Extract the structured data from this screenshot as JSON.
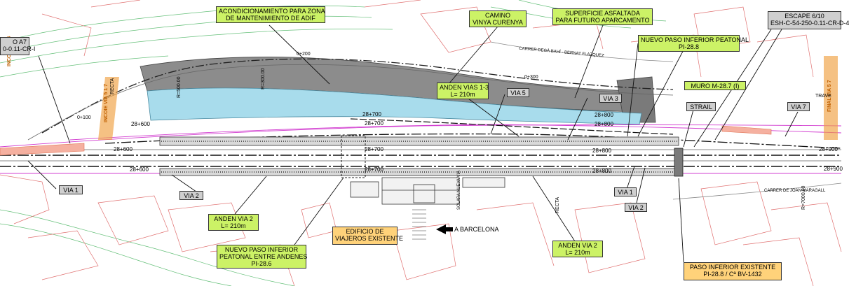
{
  "labels": {
    "acondicionamiento": [
      "ACONDICIONAMIENTO PARA ZONA",
      "DE MANTENIMIENTO DE ADIF"
    ],
    "camino": [
      "CAMINO",
      "VINYA CURENYA"
    ],
    "superficie": [
      "SUPERFICIE ASFALTADA",
      "PARA FUTURO APARCAMENTO"
    ],
    "escape": [
      "ESCAPE 6/10",
      "ESH-C-54-250-0.11-CR-D-4"
    ],
    "left_cut": [
      "O A7",
      "0-0.11-CR-I"
    ],
    "nuevo_paso_pi288": [
      "NUEVO PASO INFERIOR PEATONAL",
      "PI-28.8"
    ],
    "muro": "MURO M-28.7 (I)",
    "anden_vias_13": [
      "ANDEN VIAS 1-3",
      "L= 210m"
    ],
    "via5": "VIA 5",
    "via3": "VIA 3",
    "strail": "STRAIL",
    "via7": "VIA 7",
    "via1_left": "VIA 1",
    "via2_left": "VIA 2",
    "via1_right": "VIA 1",
    "via2_right": "VIA 2",
    "anden_via2_left": [
      "ANDEN VIA 2",
      "L= 210m"
    ],
    "nuevo_paso_pi286": [
      "NUEVO PASO INFERIOR",
      "PEATONAL ENTRE ANDENES",
      "PI-28.6"
    ],
    "edificio": [
      "EDIFICIO DE",
      "VIAJEROS EXISTENTE"
    ],
    "a_barcelona": "A BARCELONA",
    "anden_via2_right": [
      "ANDEN VIA 2",
      "L= 210m"
    ],
    "paso_existente": [
      "PASO INFERIOR EXISTENTE",
      "PI-28.8 / Cª BV-1432"
    ]
  },
  "chainage": {
    "pk_28600_a": "28+600",
    "pk_28600_b": "28+600",
    "pk_28600_c": "28+600",
    "pk_28700_a": "28+700",
    "pk_28700_b": "28+700",
    "pk_28700_c": "28+700",
    "pk_28700_d": "28+700",
    "pk_28800_a": "28+800",
    "pk_28800_b": "28+800",
    "pk_28800_c": "28+800",
    "pk_28800_d": "28+800",
    "pk_28900_a": "28+900",
    "pk_28900_b": "28+900",
    "pk_0200": "0+200",
    "pk_0300": "0+300",
    "pk_0100": "0+100"
  },
  "annotations": {
    "carrer_top": "CARRER DEGÀ BAHÍ · BERNAT FLAZQUEZ",
    "carrer_bottom": "CARRER DE JOAN MARAGALL",
    "incoie_left": "INCOIE VIA 5",
    "incoie_2": "INCOIE VIA 5 1 7",
    "final_right": "FINAL VIA 5 7",
    "travesia": "TRAVE",
    "rv1": "R=500.00",
    "rv2": "R=300.00",
    "rv3": "R=7000.00",
    "recta": "RECTA",
    "solapa": "SOLAPA NUEVA VIA"
  },
  "colors": {
    "label_green": "#ccf266",
    "label_orange": "#ffd27a",
    "label_gray": "#cfcfcf",
    "platform_blue": "#a8dcec",
    "asphalt_gray": "#8c8c8c",
    "track_magenta": "#d23fd0",
    "property_red": "#e07070",
    "contour_green": "#66c07a",
    "incoie_orange": "#f0a040"
  }
}
